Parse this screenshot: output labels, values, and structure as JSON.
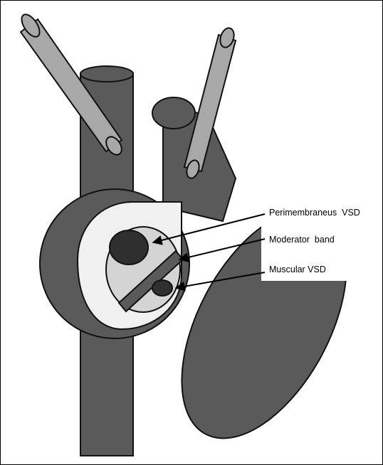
{
  "labels": {
    "perimembraneus_vsd": "Perimembraneus  VSD",
    "moderator_band": "Moderator  band",
    "muscular_vsd": "Muscular VSD"
  },
  "colors": {
    "frame": "#000000",
    "vessel_dark": "#5a5a5a",
    "vessel_light": "#a8a8a8",
    "chamber_wall": "#d4d4d4",
    "septum_light": "#f0f0f0",
    "defect_dark": "#2f2f2f",
    "outline": "#111111",
    "background": "#ffffff"
  }
}
